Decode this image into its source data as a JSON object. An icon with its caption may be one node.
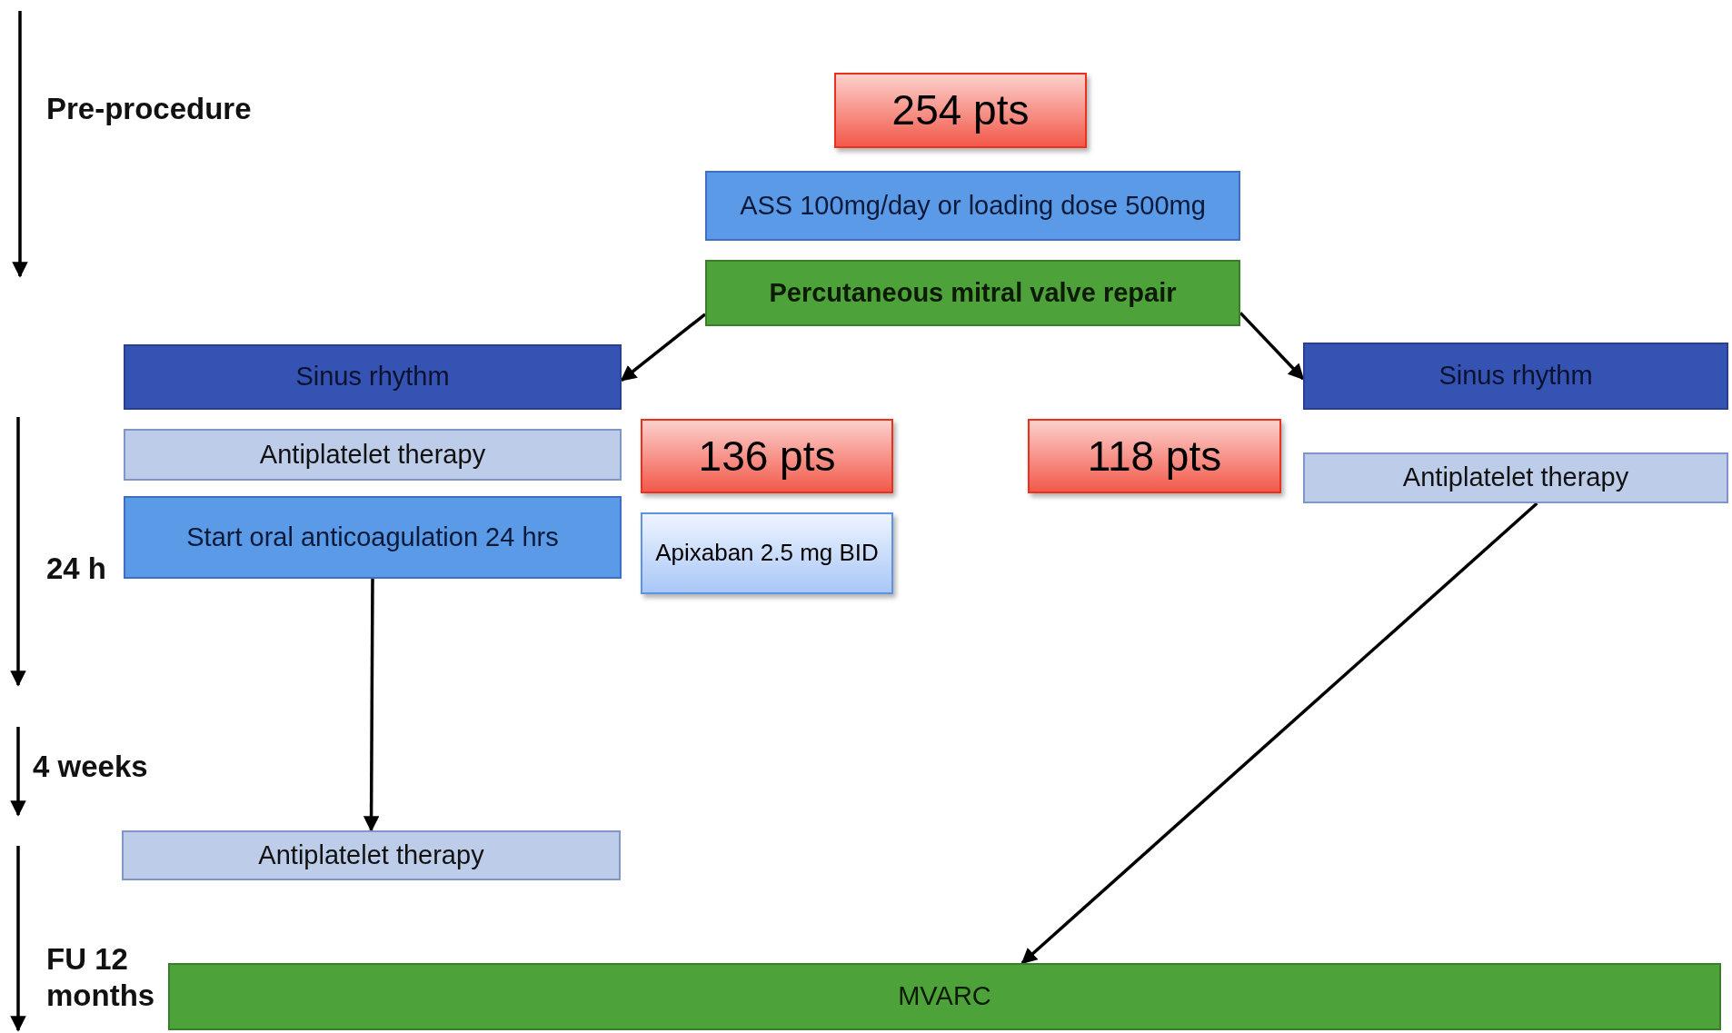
{
  "diagram": {
    "nodes": [
      {
        "text": [
          "254 pts"
        ]
      },
      {
        "text": [
          "ASS 100mg/day or loading dose 500mg"
        ]
      },
      {
        "text": [
          "Percutaneous mitral valve repair"
        ]
      },
      {
        "text": [
          "Sinus rhythm"
        ]
      },
      {
        "text": [
          "Sinus rhythm"
        ]
      },
      {
        "text": [
          "Antiplatelet therapy"
        ]
      },
      {
        "text": [
          "136 pts"
        ]
      },
      {
        "text": [
          "118 pts"
        ]
      },
      {
        "text": [
          "Antiplatelet therapy"
        ]
      },
      {
        "text": [
          "Start oral anticoagulation 24 hrs"
        ]
      },
      {
        "text": [
          "Apixaban 2.5 mg BID"
        ]
      },
      {
        "text": [
          "Antiplatelet therapy"
        ]
      },
      {
        "text": [
          "MVARC"
        ]
      }
    ],
    "edges": [
      {
        "from": 2,
        "to": 3,
        "arrow": "to"
      },
      {
        "from": 2,
        "to": 4,
        "arrow": "to"
      },
      {
        "from": 9,
        "to": 11,
        "arrow": "to"
      },
      {
        "from": 8,
        "to": 12,
        "arrow": "to"
      }
    ],
    "labels": [
      "Pre-procedure",
      "24 h",
      "4 weeks",
      "FU 12 months"
    ]
  }
}
